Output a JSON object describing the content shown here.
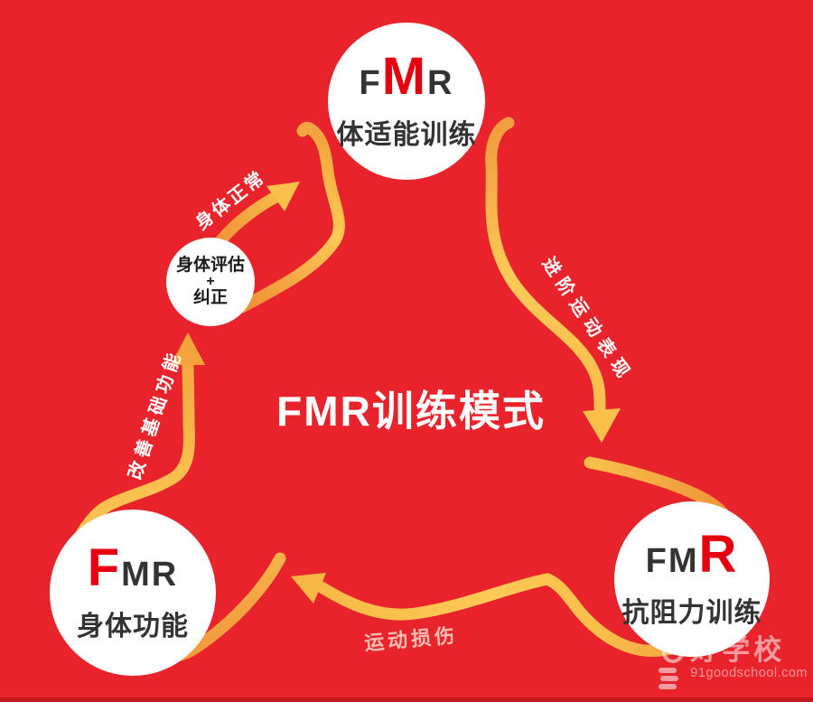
{
  "title": "FMR训练模式",
  "nodes": {
    "fitness": {
      "pre": "F",
      "emph": "M",
      "post": "R",
      "label": "体适能训练"
    },
    "function": {
      "pre": "",
      "emph": "F",
      "post": "MR",
      "label": "身体功能"
    },
    "resistance": {
      "pre": "FM",
      "emph": "R",
      "post": "",
      "label": "抗阻力训练"
    },
    "assessment": {
      "line1": "身体评估",
      "line2": "+",
      "line3": "纠正"
    }
  },
  "arrows": [
    {
      "id": "normal",
      "label": "身体正常"
    },
    {
      "id": "advanced",
      "label": "进阶运动表现"
    },
    {
      "id": "injury",
      "label": "运动损伤"
    },
    {
      "id": "improve",
      "label": "改善基础功能"
    }
  ],
  "watermark": {
    "name": "好学校",
    "site": "91goodschool.com"
  },
  "colors": {
    "background": "#e8232b",
    "accent_red": "#e4000f",
    "arrow_orange": "#ef9036",
    "arrow_yellow": "#fcca55",
    "text_dark": "#333333",
    "injury_label": "#f5bdb2",
    "bottom_strip": "#c01820"
  }
}
